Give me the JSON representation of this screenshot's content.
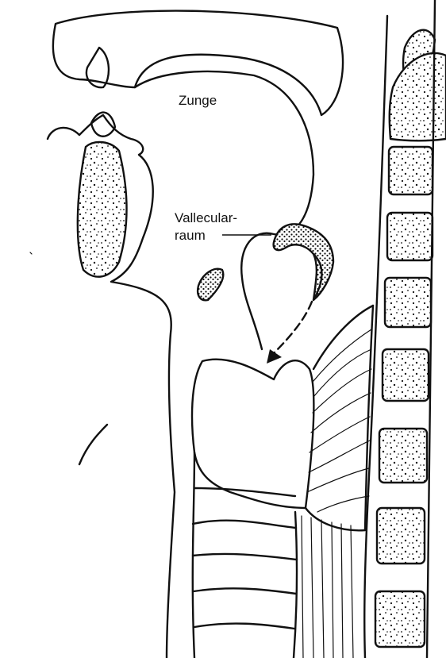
{
  "labels": {
    "tongue": "Zunge",
    "vallecular_line1": "Vallecular-",
    "vallecular_line2": "raum"
  },
  "colors": {
    "ink": "#111111",
    "paper": "#ffffff"
  }
}
